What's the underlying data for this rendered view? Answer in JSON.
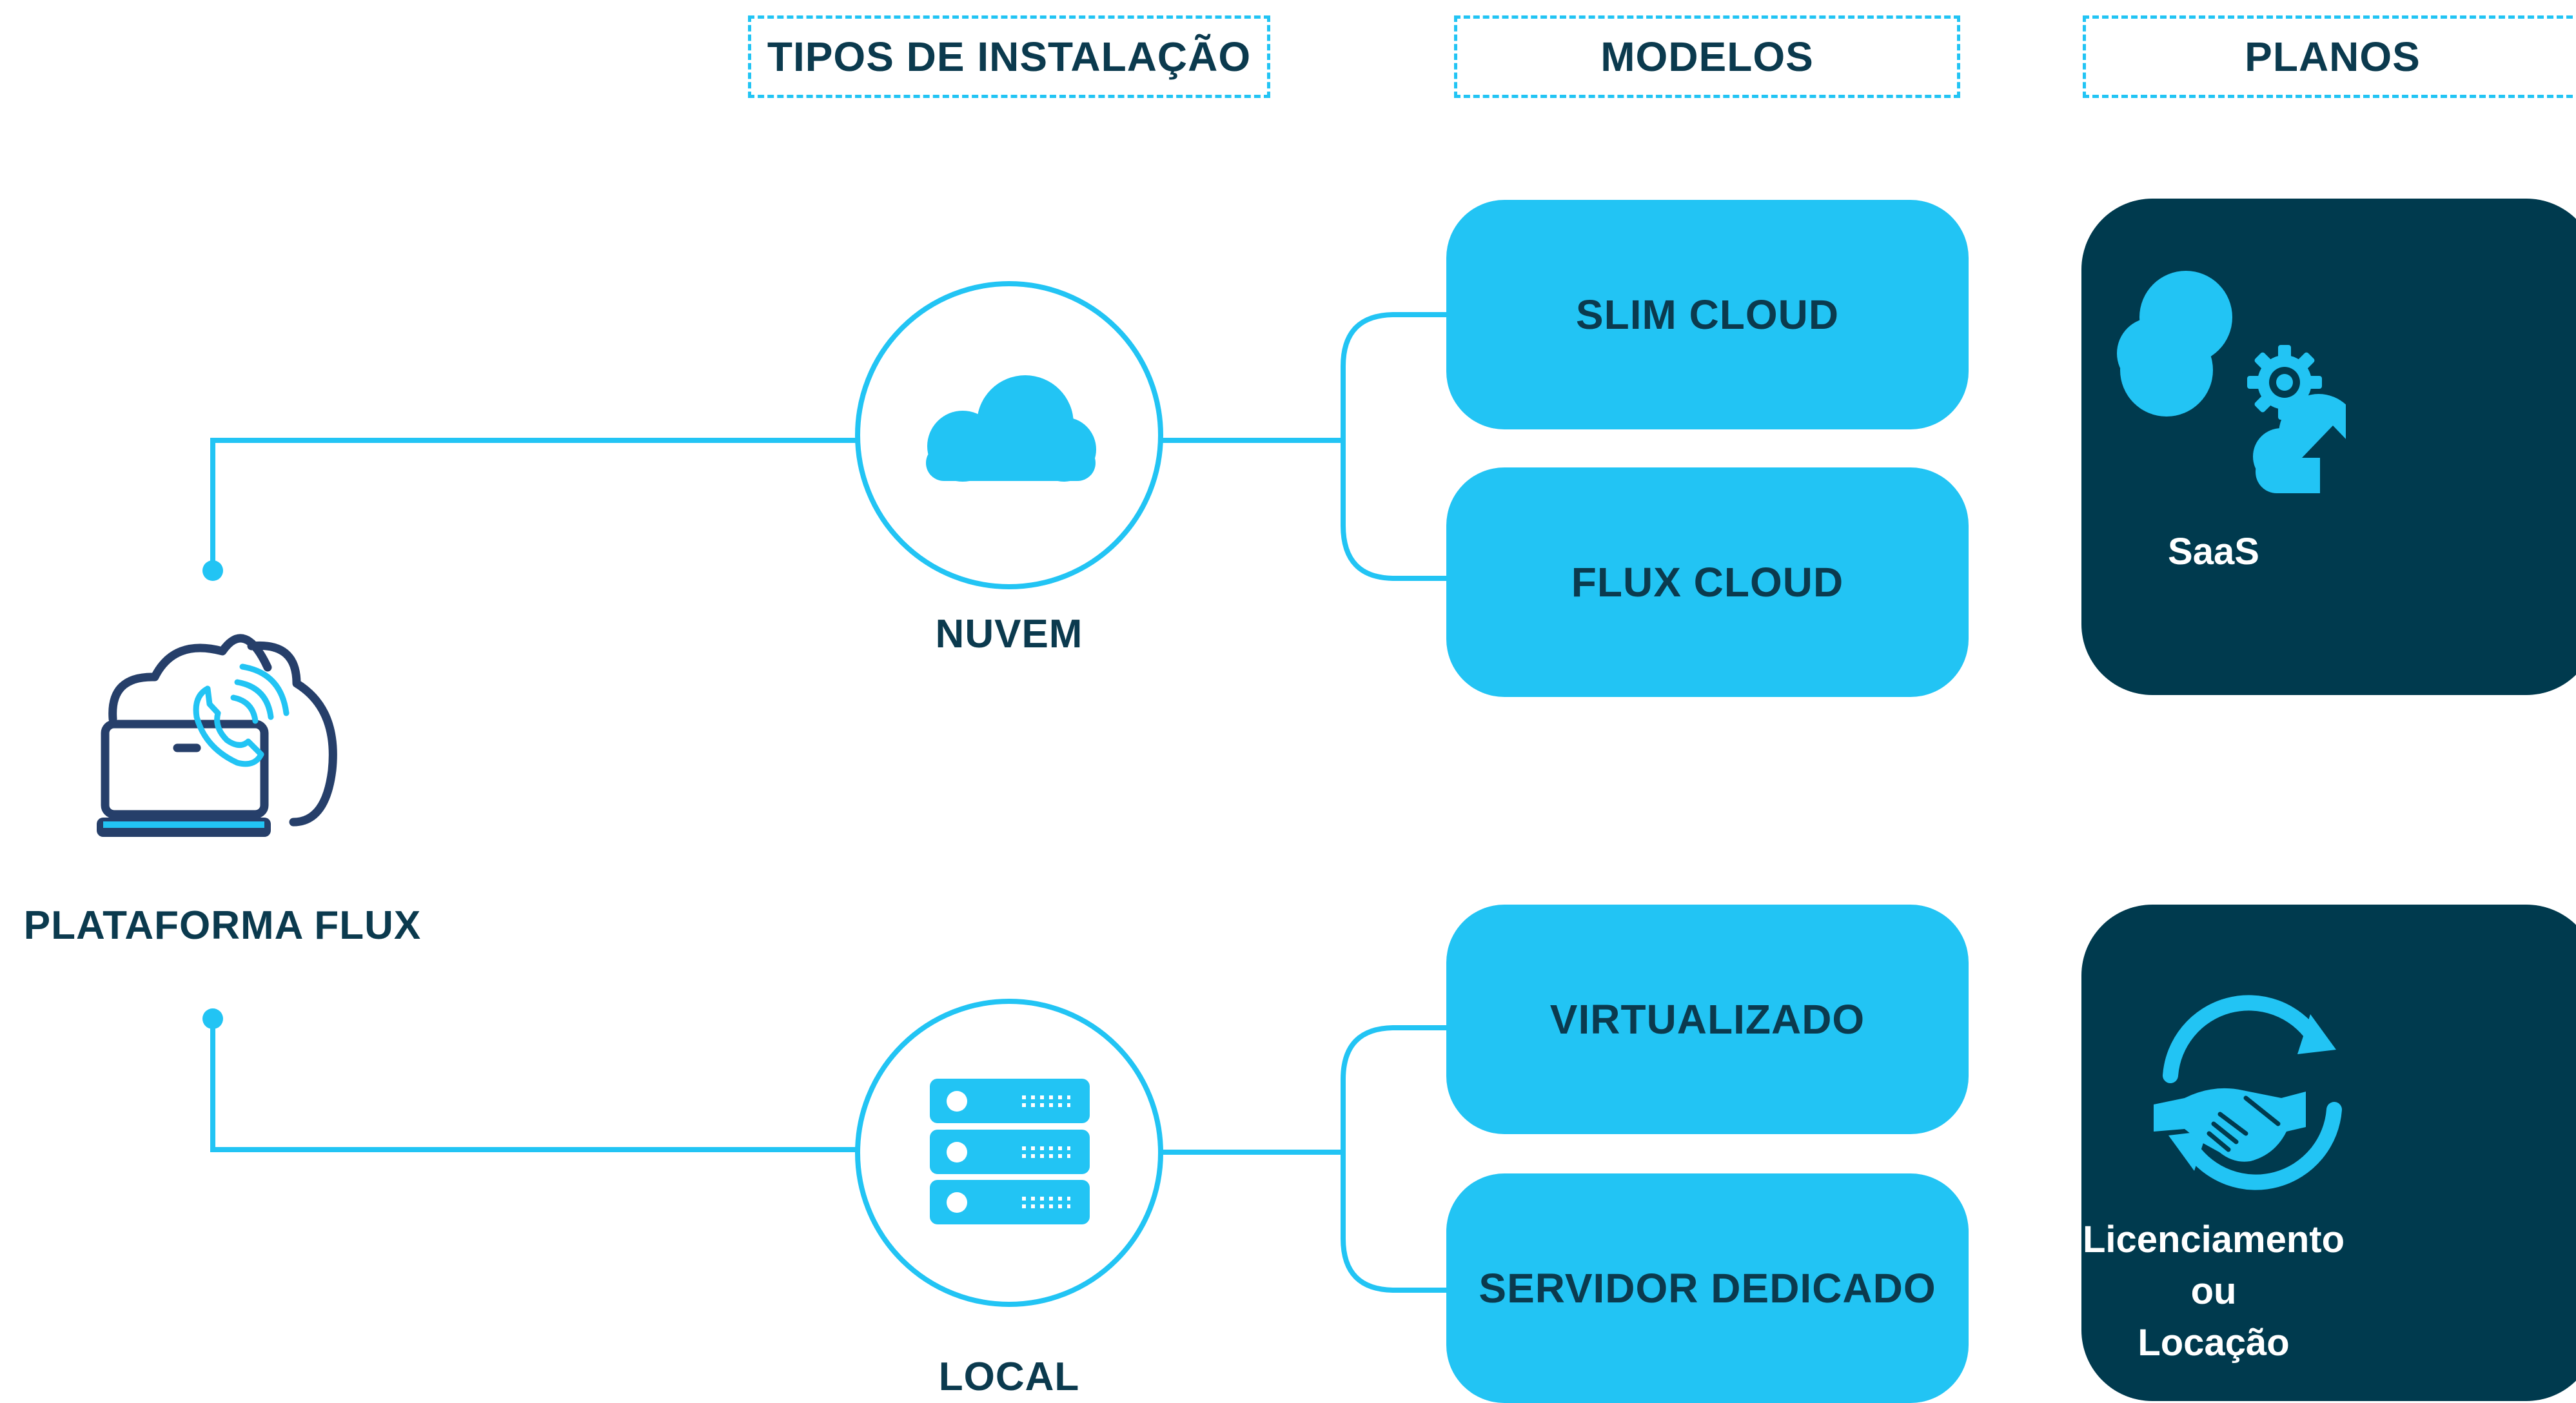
{
  "headers": {
    "installation_types": "TIPOS DE INSTALAÇÃO",
    "models": "MODELOS",
    "plans": "PLANOS"
  },
  "platform": {
    "label": "PLATAFORMA FLUX",
    "icon": "laptop-cloud-phone-icon"
  },
  "installation_types": [
    {
      "label": "NUVEM",
      "icon": "cloud-icon"
    },
    {
      "label": "LOCAL",
      "icon": "server-rack-icon"
    }
  ],
  "models": {
    "cloud": [
      "SLIM CLOUD",
      "FLUX CLOUD"
    ],
    "local": [
      "VIRTUALIZADO",
      "SERVIDOR DEDICADO"
    ]
  },
  "plans": [
    {
      "label": "SaaS",
      "icon": "cloud-upload-gear-icon"
    },
    {
      "label_line1": "Licenciamento ou",
      "label_line2": "Locação",
      "icon": "handshake-cycle-icon"
    }
  ],
  "colors": {
    "accent": "#22c4f4",
    "dark": "#003a4e",
    "text": "#0b3a4e",
    "icon_stroke": "#263f6a"
  }
}
